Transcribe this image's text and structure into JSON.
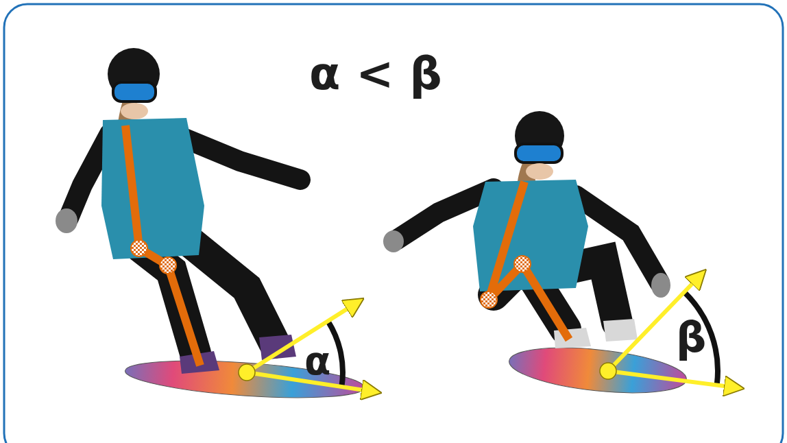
{
  "diagram": {
    "title": "α < β",
    "labels": [
      "α",
      "β"
    ]
  }
}
